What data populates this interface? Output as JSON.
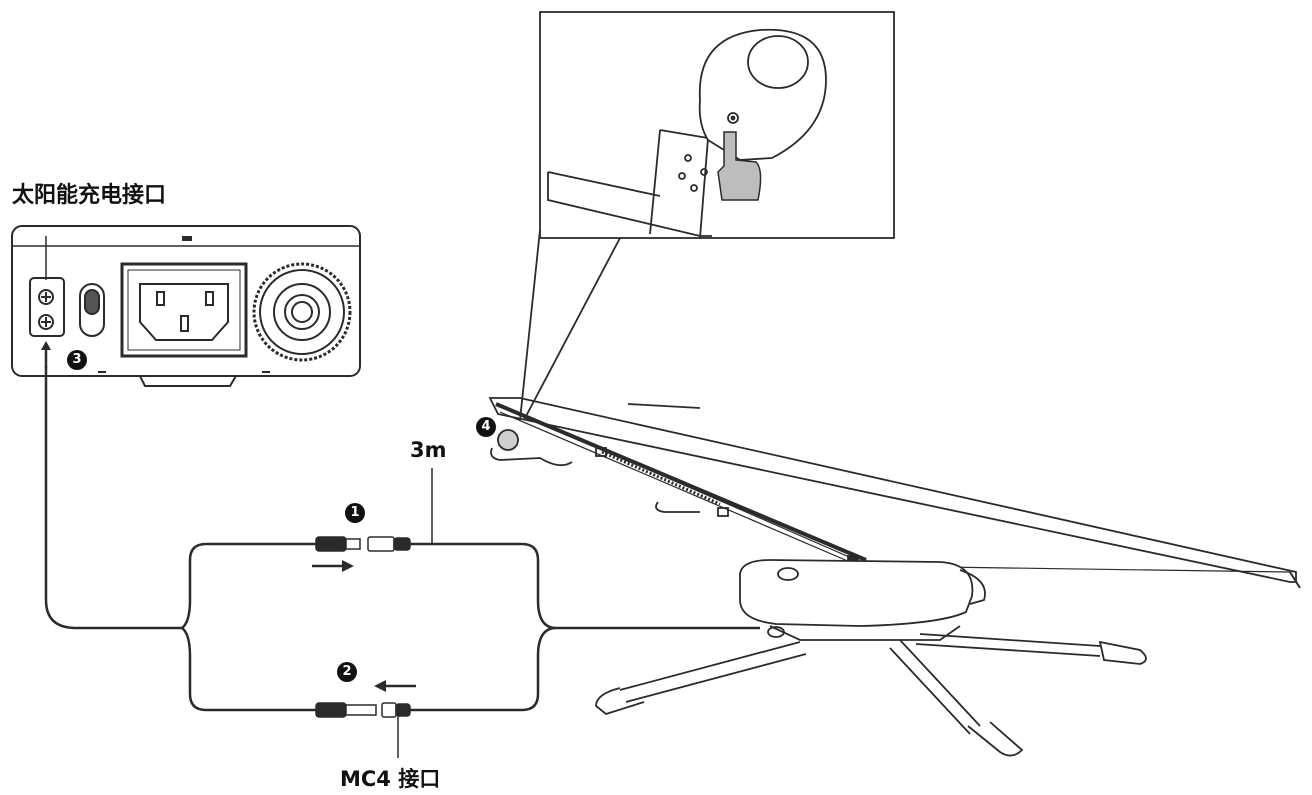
{
  "labels": {
    "solar_port": "太阳能充电接口",
    "cable_length": "3m",
    "mc4_port": "MC4 接口"
  },
  "steps": [
    "1",
    "2",
    "3",
    "4"
  ],
  "colors": {
    "line": "#2b2b2b",
    "finger": "#bdbdbd",
    "badge": "#111111"
  }
}
